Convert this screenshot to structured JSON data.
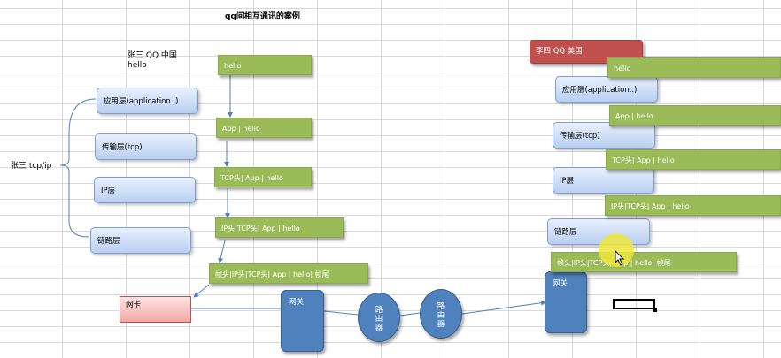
{
  "title": "qq间相互通讯的案例",
  "left": {
    "sender": "张三  QQ  中国",
    "message": "hello",
    "stack_label": "张三 tcp/ip",
    "layers": [
      "应用层(application..)",
      "传输层(tcp)",
      "IP层",
      "链路层"
    ],
    "packets": [
      "hello",
      "App |   hello",
      "TCP头| App |   hello",
      "IP头|TCP头| App |   hello",
      "帧头|IP头|TCP头| App |   hello| 帧尾"
    ]
  },
  "network": {
    "nic": "网卡",
    "gateway_left": "网关",
    "router1": [
      "路",
      "由",
      "器"
    ],
    "router2": [
      "路",
      "由",
      "器"
    ],
    "gateway_right": "网关"
  },
  "right": {
    "receiver": "李四 QQ 美国",
    "layers": [
      "应用层(application..)",
      "传输层(tcp)",
      "IP层",
      "链路层"
    ],
    "packets": [
      "hello",
      "App |   hello",
      "TCP头| App |   hello",
      "IP头|TCP头| App |   hello",
      "帧头|IP头|TCP头| App |   hello| 帧尾"
    ]
  },
  "colors": {
    "green": "#9bbb59",
    "blue": "#4f81bd",
    "red": "#c0504d",
    "pink": "#f4a7a5"
  }
}
